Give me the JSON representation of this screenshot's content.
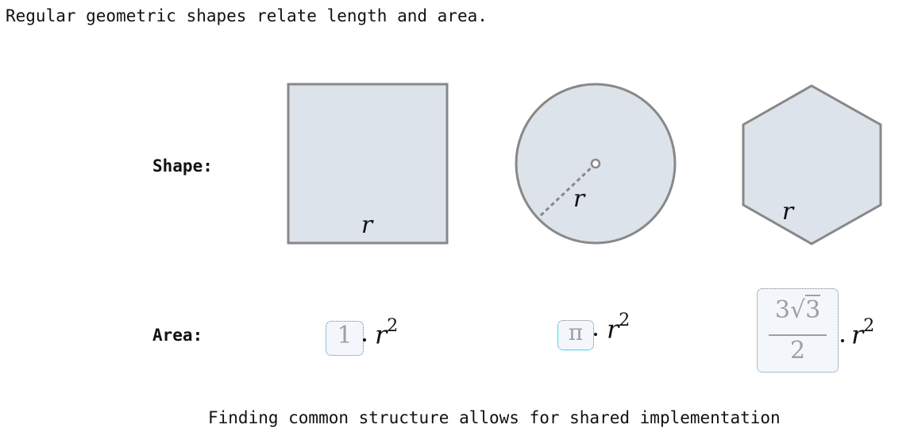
{
  "heading": "Regular geometric shapes relate length and area.",
  "labels": {
    "shape": "Shape:",
    "area": "Area:"
  },
  "shapes": [
    {
      "name": "square",
      "length_label": "r"
    },
    {
      "name": "circle",
      "length_label": "r"
    },
    {
      "name": "hexagon",
      "length_label": "r"
    }
  ],
  "areas": [
    {
      "coefficient": "1",
      "variable": "r",
      "exponent": "2"
    },
    {
      "coefficient": "π",
      "variable": "r",
      "exponent": "2"
    },
    {
      "coefficient_numerator_lead": "3",
      "coefficient_sqrt_arg": "3",
      "coefficient_denominator": "2",
      "variable": "r",
      "exponent": "2"
    }
  ],
  "footer": "Finding common structure allows for shared implementation",
  "colors": {
    "shape_fill": "#dde3ea",
    "shape_stroke": "#888888",
    "highlight_border": "#3a8fd0",
    "coefficient_text": "#9aa0a6"
  }
}
